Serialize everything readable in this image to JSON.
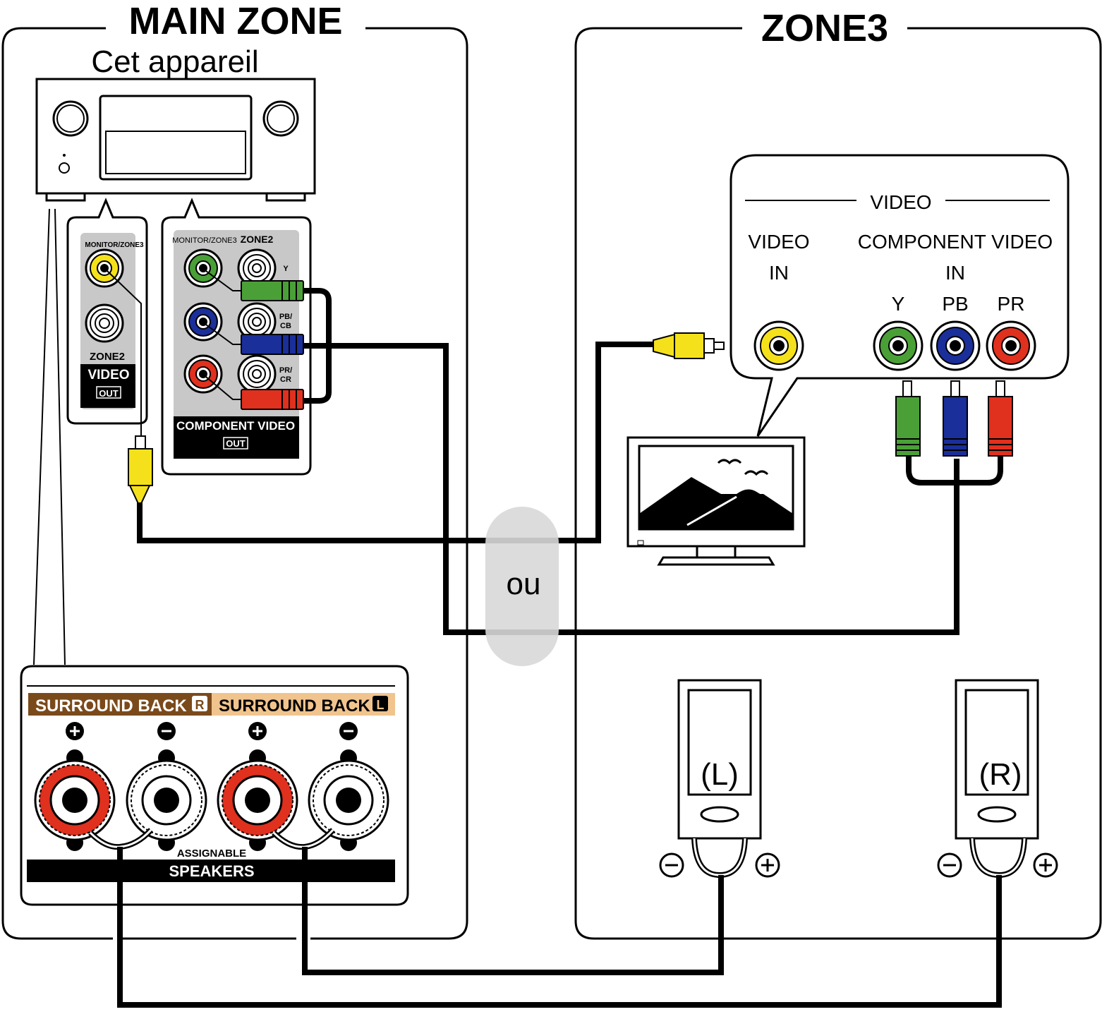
{
  "main_zone": {
    "title": "MAIN ZONE",
    "device_label": "Cet appareil",
    "video_panel": {
      "top_label": "MONITOR/ZONE3",
      "zone2_label": "ZONE2",
      "title": "VIDEO",
      "out_label": "OUT"
    },
    "component_panel": {
      "monitor_label": "MONITOR/ZONE3",
      "zone2_label": "ZONE2",
      "y_label": "Y",
      "pb_label": "PB/",
      "cb_label": "CB",
      "pr_label": "PR/",
      "cr_label": "CR",
      "title": "COMPONENT VIDEO",
      "out_label": "OUT"
    },
    "speaker_panel": {
      "surround_back_r": "SURROUND BACK",
      "r_badge": "R",
      "surround_back_l": "SURROUND BACK",
      "l_badge": "L",
      "assignable": "ASSIGNABLE",
      "speakers": "SPEAKERS"
    }
  },
  "zone3": {
    "title": "ZONE3",
    "tv_panel": {
      "header": "VIDEO",
      "video_in_1": "VIDEO",
      "video_in_2": "IN",
      "component_1": "COMPONENT VIDEO",
      "component_2": "IN",
      "y": "Y",
      "pb": "PB",
      "pr": "PR"
    },
    "speaker_left": "(L)",
    "speaker_right": "(R)"
  },
  "or_label": "ou",
  "colors": {
    "yellow": "#f5e11b",
    "green": "#4aa037",
    "blue": "#1a2f9a",
    "red": "#e0301e",
    "brown": "#7b4a1b",
    "tan": "#f1c48e",
    "gray_panel": "#c8c8c8",
    "or_bubble": "#d8d8d8"
  }
}
